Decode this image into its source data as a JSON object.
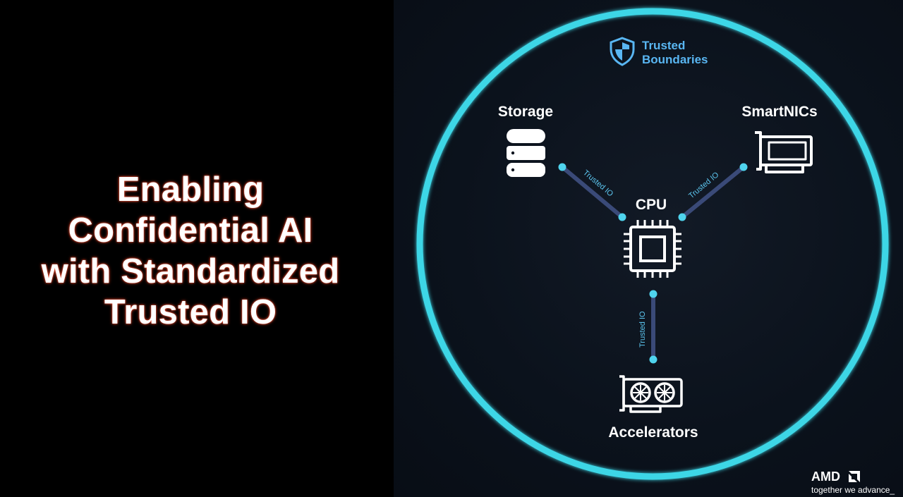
{
  "headline": {
    "lines": [
      "Enabling",
      "Confidential AI",
      "with Standardized",
      "Trusted IO"
    ]
  },
  "boundary": {
    "label_line1": "Trusted",
    "label_line2": "Boundaries",
    "icon": "shield-icon"
  },
  "nodes": {
    "storage": {
      "label": "Storage",
      "icon": "database-icon"
    },
    "smartnics": {
      "label": "SmartNICs",
      "icon": "network-card-icon"
    },
    "cpu": {
      "label": "CPU",
      "icon": "cpu-chip-icon"
    },
    "accelerators": {
      "label": "Accelerators",
      "icon": "gpu-card-icon"
    }
  },
  "links": {
    "storage_cpu": "Trusted IO",
    "smartnics_cpu": "Trusted IO",
    "cpu_accelerators": "Trusted IO"
  },
  "brand": {
    "logo": "AMD",
    "tagline": "together we advance_"
  },
  "colors": {
    "ring": "#3ed6e6",
    "link": "#3a4a78",
    "endpoint": "#4fd4ee",
    "boundary_label": "#59b6f2",
    "link_label": "#5cc6f0"
  }
}
